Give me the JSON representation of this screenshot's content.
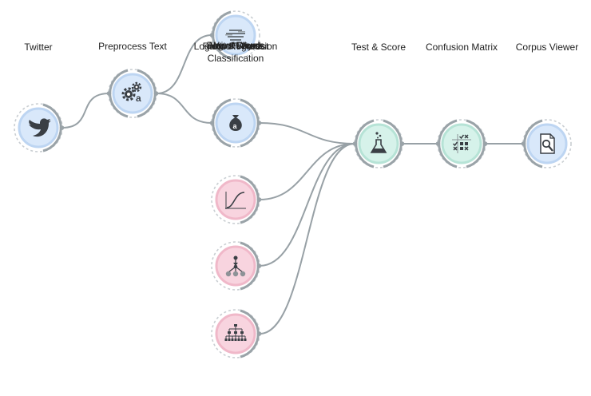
{
  "colors": {
    "blue_fill": "#d9e8fa",
    "blue_ring": "#bdd5f2",
    "green_fill": "#d6f2ea",
    "green_ring": "#b6e3d6",
    "pink_fill": "#f8d4df",
    "pink_ring": "#f0b8c9",
    "arc": "#9aa3a8",
    "link": "#98a1a6"
  },
  "nodes": [
    {
      "id": "twitter",
      "label": "Twitter",
      "icon": "twitter-bird-icon",
      "color": "blue"
    },
    {
      "id": "preprocess",
      "label": "Preprocess Text",
      "icon": "gears-text-icon",
      "color": "blue"
    },
    {
      "id": "wordcloud",
      "label": "Word Cloud",
      "icon": "word-cloud-icon",
      "color": "blue"
    },
    {
      "id": "bow",
      "label": "Bag of Words",
      "icon": "money-bag-icon",
      "color": "blue"
    },
    {
      "id": "logreg",
      "label": "Logistic Regression",
      "icon": "sigmoid-curve-icon",
      "color": "pink"
    },
    {
      "id": "nb",
      "label": "Naive Bayes",
      "icon": "tree-network-icon",
      "color": "pink"
    },
    {
      "id": "rf",
      "label": "Random Forest\nClassification",
      "icon": "forest-tree-icon",
      "color": "pink"
    },
    {
      "id": "testscore",
      "label": "Test & Score",
      "icon": "flask-icon",
      "color": "green"
    },
    {
      "id": "confusion",
      "label": "Confusion Matrix",
      "icon": "confusion-grid-icon",
      "color": "green"
    },
    {
      "id": "corpusviewer",
      "label": "Corpus Viewer",
      "icon": "document-search-icon",
      "color": "blue"
    }
  ],
  "links": [
    {
      "from": "twitter",
      "to": "preprocess"
    },
    {
      "from": "preprocess",
      "to": "wordcloud"
    },
    {
      "from": "preprocess",
      "to": "bow"
    },
    {
      "from": "bow",
      "to": "testscore"
    },
    {
      "from": "logreg",
      "to": "testscore"
    },
    {
      "from": "nb",
      "to": "testscore"
    },
    {
      "from": "rf",
      "to": "testscore"
    },
    {
      "from": "testscore",
      "to": "confusion"
    },
    {
      "from": "confusion",
      "to": "corpusviewer"
    }
  ]
}
